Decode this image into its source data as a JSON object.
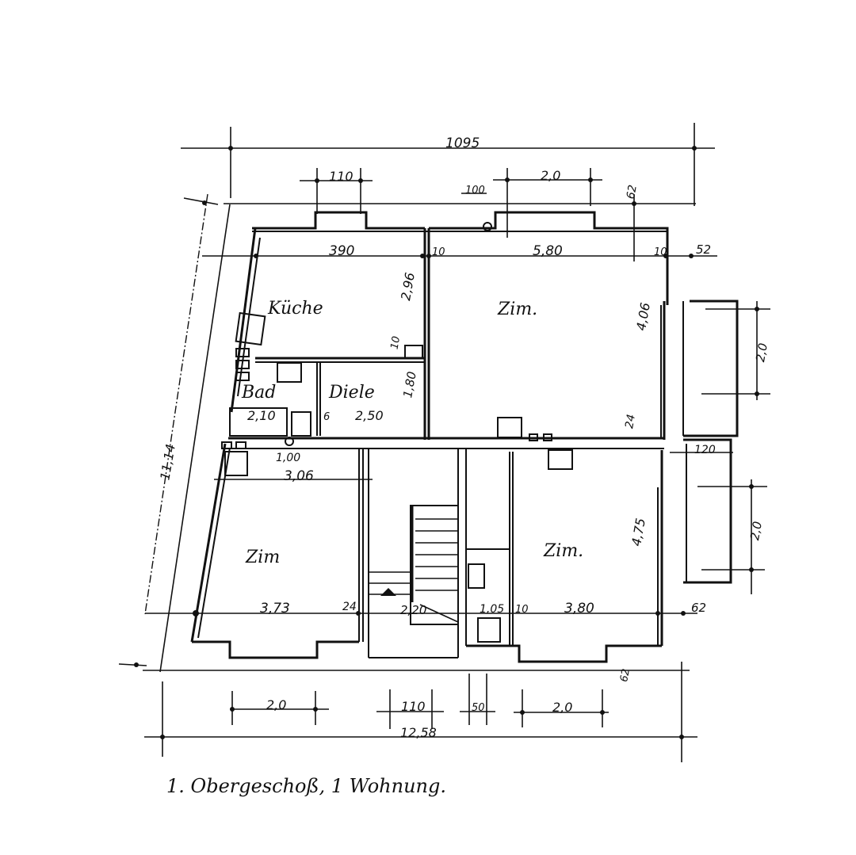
{
  "drawing": {
    "title": "1. Obergeschoß, 1 Wohnung.",
    "colors": {
      "ink": "#111111",
      "paper": "#ffffff"
    }
  },
  "rooms": [
    {
      "id": "kueche",
      "label": "Küche"
    },
    {
      "id": "zimmer-ne",
      "label": "Zim."
    },
    {
      "id": "bad",
      "label": "Bad"
    },
    {
      "id": "diele",
      "label": "Diele"
    },
    {
      "id": "zimmer-sw",
      "label": "Zim"
    },
    {
      "id": "zimmer-se",
      "label": "Zim."
    }
  ],
  "dimensions": {
    "top_overall": "1095",
    "top_window_left": "110",
    "top_pier": "100",
    "top_window_right": "2,0",
    "top_right_offset": "62",
    "kueche_width": "390",
    "kueche_depth": "2,96",
    "wall_10_a": "10",
    "zimmer_ne_width": "5,80",
    "wall_10_b": "10",
    "right_offset_52": "52",
    "zimmer_ne_depth": "4,06",
    "wall_10_c": "10",
    "diele_depth": "1,80",
    "bad_width": "2,10",
    "wall_6": "6",
    "diele_width": "2,50",
    "wall_24_a": "24",
    "balcony_width": "120",
    "right_window_upper": "2,0",
    "door_100": "1,00",
    "zimmer_sw_depth": "3,06",
    "left_overall": "11,14",
    "zimmer_sw_width": "3,73",
    "wall_24_b": "24",
    "stair_width": "2,20",
    "pantry_width": "1,05",
    "wall_10_d": "10",
    "zimmer_se_width": "3,80",
    "right_offset_62": "62",
    "zimmer_se_depth": "4,75",
    "right_window_lower": "2,0",
    "bottom_right_offset": "62",
    "bottom_window_left": "2,0",
    "bottom_door": "110",
    "bottom_window_small": "50",
    "bottom_window_right": "2,0",
    "bottom_overall": "12,58"
  }
}
